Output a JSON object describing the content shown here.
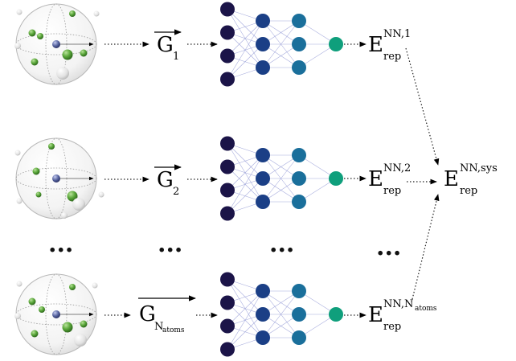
{
  "colors": {
    "layer1": "#1b1448",
    "layer2": "#1b3f86",
    "layer3": "#1a6f9b",
    "output": "#0f9f7c",
    "atom_green": "#5aa73a",
    "atom_center": "#55629e",
    "atom_grey": "#e0e0e0"
  },
  "rows": [
    {
      "descriptor_main": "G",
      "descriptor_sub": "1",
      "energy_main": "E",
      "energy_sup": "NN,1",
      "energy_sub": "rep"
    },
    {
      "descriptor_main": "G",
      "descriptor_sub": "2",
      "energy_main": "E",
      "energy_sup": "NN,2",
      "energy_sub": "rep"
    },
    {
      "descriptor_main": "G",
      "descriptor_sub": "N",
      "descriptor_subsub": "atoms",
      "energy_main": "E",
      "energy_sup": "NN,N",
      "energy_supsub": "atoms",
      "energy_sub": "rep"
    }
  ],
  "ellipsis": "...",
  "system_energy": {
    "main": "E",
    "sup": "NN,sys",
    "sub": "rep"
  },
  "network": {
    "layers": [
      4,
      3,
      3,
      1
    ]
  }
}
